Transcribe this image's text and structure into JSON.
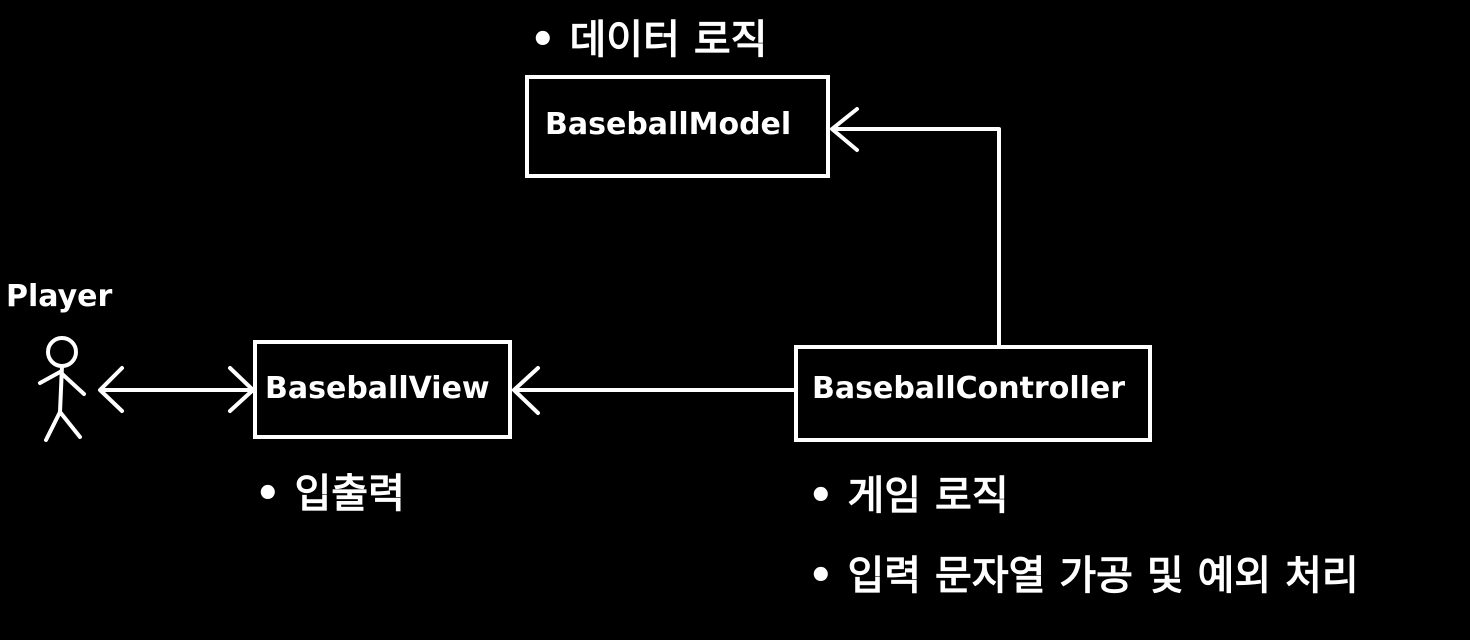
{
  "colors": {
    "background": "#000000",
    "stroke": "#ffffff"
  },
  "nodes": {
    "model": {
      "label": "BaseballModel"
    },
    "view": {
      "label": "BaseballView"
    },
    "controller": {
      "label": "BaseballController"
    },
    "player": {
      "label": "Player"
    }
  },
  "notes": {
    "model": [
      "• 데이터 로직"
    ],
    "view": [
      "• 입출력"
    ],
    "controller": [
      "• 게임 로직",
      "• 입력 문자열  가공 및 예외 처리"
    ]
  },
  "icons": {
    "player": "stick-figure-icon"
  }
}
